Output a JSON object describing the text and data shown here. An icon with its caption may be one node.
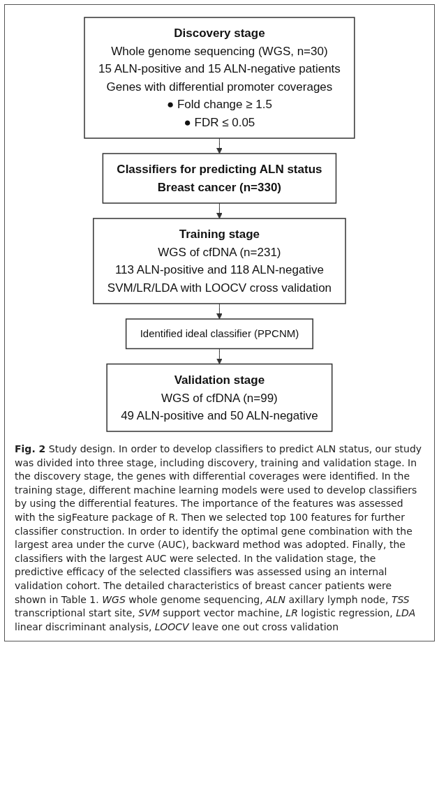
{
  "diagram": {
    "caption": "**Fig. 2** Study design. In order to develop classifiers to predict ALN status, our study was divided into three stage, including discovery, training and validation stage. In the discovery stage, the genes with differential coverages were identified. In the training stage, different machine learning models were used to develop classifiers by using the differential features. The importance of the features was assessed with the sigFeature package of R. Then we selected top 100 features for further classifier construction. In order to identify the optimal gene combination with the largest area under the curve (AUC), backward method was adopted. Finally, the classifiers with the largest AUC were selected. In the validation stage, the predictive efficacy of the selected classifiers was assessed using an internal validation cohort. The detailed characteristics of breast cancer patients were shown in Table 1. *WGS* whole genome sequencing, *ALN* axillary lymph node, *TSS* transcriptional start site, *SVM* support vector machine, *LR* logistic regression, *LDA* linear discriminant analysis, *LOOCV* leave one out cross validation",
    "nodes": [
      {
        "text": [
          "Discovery stage",
          "Whole genome sequencing (WGS, n=30)",
          "15 ALN-positive and 15 ALN-negative patients",
          "Genes with differential promoter coverages",
          "● Fold change ≥ 1.5",
          "● FDR ≤ 0.05"
        ]
      },
      {
        "text": [
          "Classifiers for predicting ALN status",
          "Breast cancer (n=330)"
        ]
      },
      {
        "text": [
          "Training stage",
          "WGS of cfDNA (n=231)",
          "113 ALN-positive and 118 ALN-negative",
          "SVM/LR/LDA with LOOCV cross validation"
        ]
      },
      {
        "text": [
          "Identified ideal classifier (PPCNM)"
        ]
      },
      {
        "text": [
          "Validation stage",
          "WGS of cfDNA (n=99)",
          "49 ALN-positive and 50 ALN-negative"
        ]
      }
    ],
    "edges": [
      {
        "from": 0,
        "to": 1,
        "arrow": "to"
      },
      {
        "from": 1,
        "to": 2,
        "arrow": "to"
      },
      {
        "from": 2,
        "to": 3,
        "arrow": "to"
      },
      {
        "from": 3,
        "to": 4,
        "arrow": "to"
      }
    ]
  }
}
